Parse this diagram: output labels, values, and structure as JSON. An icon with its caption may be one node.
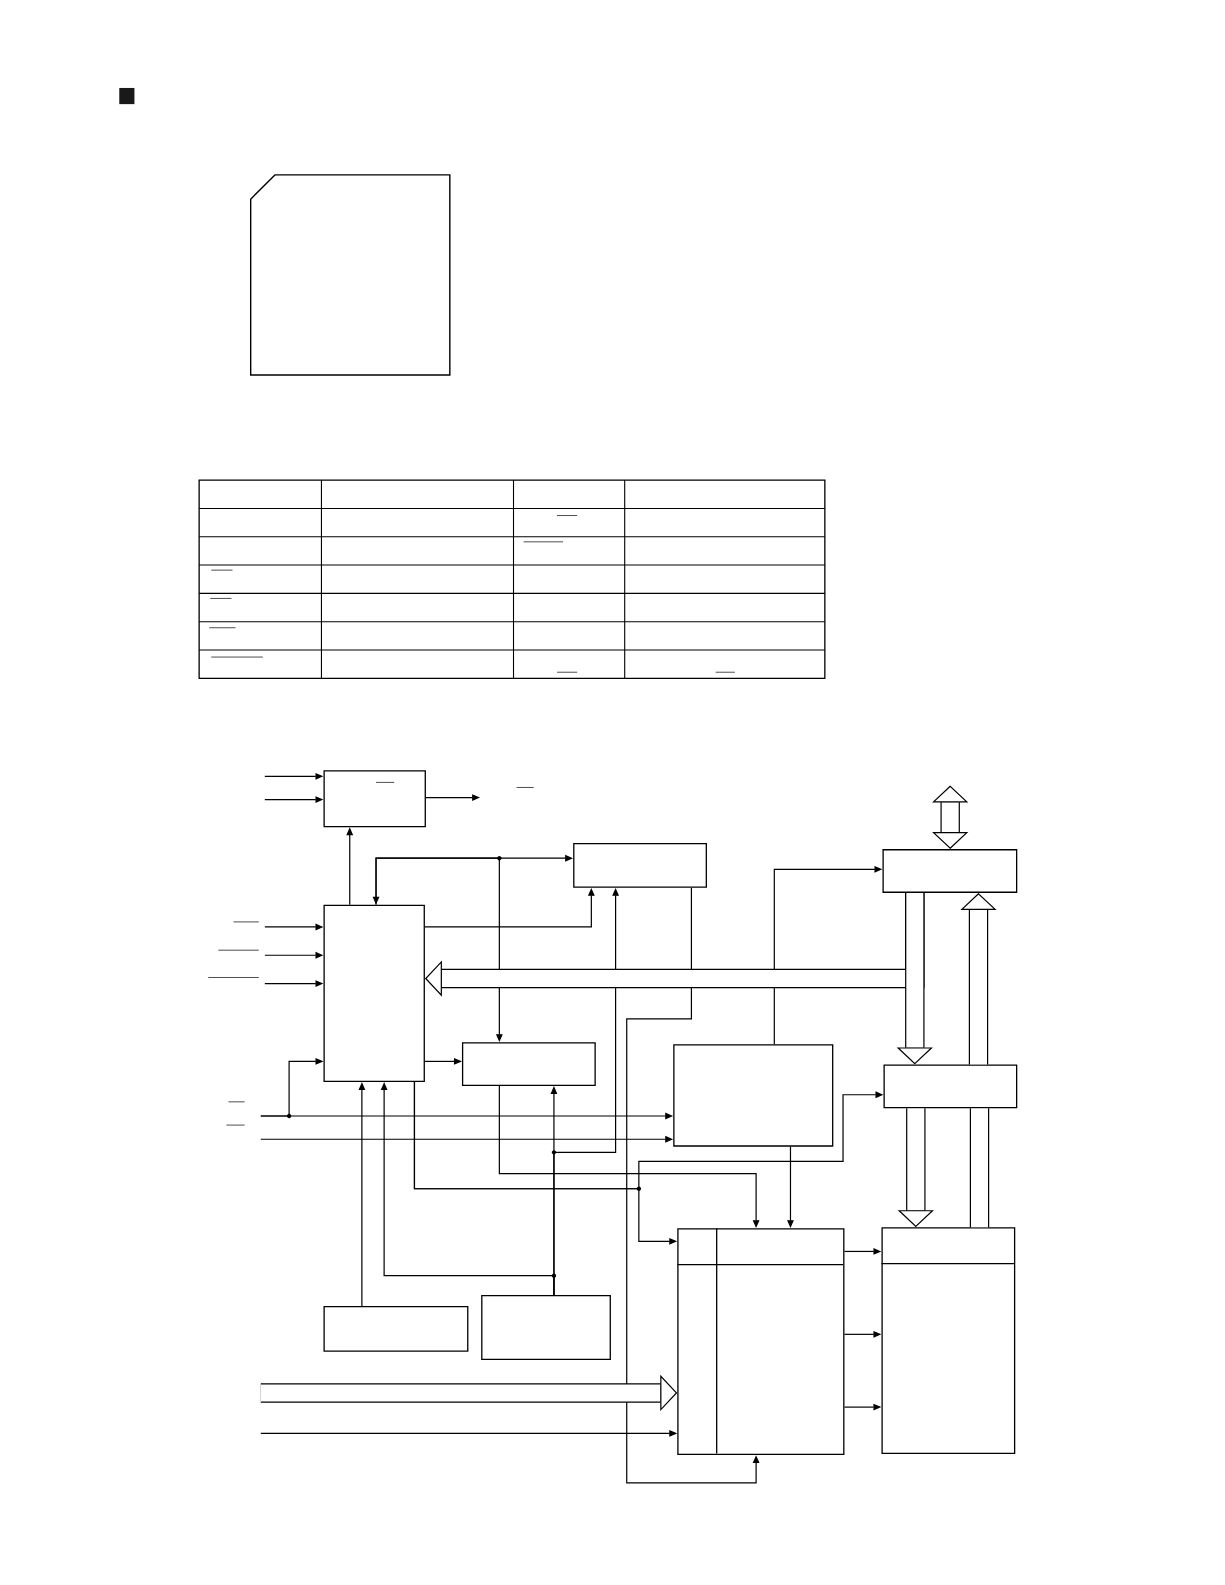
{
  "diagram": {
    "nodes": [
      {
        "text": [],
        "shape": "box"
      },
      {
        "text": [],
        "shape": "box"
      },
      {
        "text": [],
        "shape": "box"
      },
      {
        "text": [],
        "shape": "box"
      },
      {
        "text": [],
        "shape": "box"
      },
      {
        "text": [],
        "shape": "box"
      },
      {
        "text": [],
        "shape": "box"
      },
      {
        "text": [],
        "shape": "box"
      },
      {
        "text": [],
        "shape": "box"
      },
      {
        "text": [],
        "shape": "box"
      },
      {
        "text": [],
        "shape": "box"
      },
      {
        "text": [],
        "shape": "box"
      }
    ],
    "edges": [
      {
        "from": null,
        "to": 1,
        "arrow": "to"
      },
      {
        "from": null,
        "to": 1,
        "arrow": "to"
      },
      {
        "from": 1,
        "to": null,
        "arrow": "to"
      },
      {
        "from": 4,
        "to": 1,
        "arrow": "to"
      },
      {
        "from": 4,
        "to": 2,
        "arrow": "both"
      },
      {
        "from": 4,
        "to": 5,
        "arrow": "to"
      },
      {
        "from": 4,
        "to": 2,
        "arrow": "to"
      },
      {
        "from": 3,
        "to": 4,
        "arrow": "to",
        "style": "thick"
      },
      {
        "from": 3,
        "to": 7,
        "arrow": "to",
        "style": "thick"
      },
      {
        "from": 7,
        "to": 3,
        "arrow": "to",
        "style": "thick"
      },
      {
        "from": 9,
        "to": 7,
        "arrow": "none",
        "style": "thick"
      },
      {
        "from": 7,
        "to": 9,
        "arrow": "to",
        "style": "thick"
      },
      {
        "from": null,
        "to": 3,
        "arrow": "both",
        "style": "thick"
      },
      {
        "from": 6,
        "to": 3,
        "arrow": "to"
      },
      {
        "from": 2,
        "to": 8,
        "arrow": "to"
      },
      {
        "from": 11,
        "to": 5,
        "arrow": "to"
      },
      {
        "from": 11,
        "to": 2,
        "arrow": "to"
      },
      {
        "from": 11,
        "to": 4,
        "arrow": "to"
      },
      {
        "from": 10,
        "to": 4,
        "arrow": "to"
      },
      {
        "from": 4,
        "to": 8,
        "arrow": "to"
      },
      {
        "from": 4,
        "to": 7,
        "arrow": "to"
      },
      {
        "from": 5,
        "to": 8,
        "arrow": "to"
      },
      {
        "from": 6,
        "to": 8,
        "arrow": "to"
      },
      {
        "from": 4,
        "to": 5,
        "arrow": "to"
      },
      {
        "from": null,
        "to": 4,
        "arrow": "to"
      },
      {
        "from": null,
        "to": 4,
        "arrow": "to"
      },
      {
        "from": null,
        "to": 4,
        "arrow": "to"
      },
      {
        "from": null,
        "to": 6,
        "arrow": "to"
      },
      {
        "from": null,
        "to": 4,
        "arrow": "to"
      },
      {
        "from": null,
        "to": 6,
        "arrow": "to"
      },
      {
        "from": null,
        "to": 8,
        "arrow": "to",
        "style": "thick"
      },
      {
        "from": null,
        "to": 8,
        "arrow": "to"
      },
      {
        "from": 8,
        "to": 9,
        "arrow": "to"
      },
      {
        "from": 8,
        "to": 9,
        "arrow": "to"
      },
      {
        "from": 8,
        "to": 9,
        "arrow": "to"
      }
    ]
  }
}
